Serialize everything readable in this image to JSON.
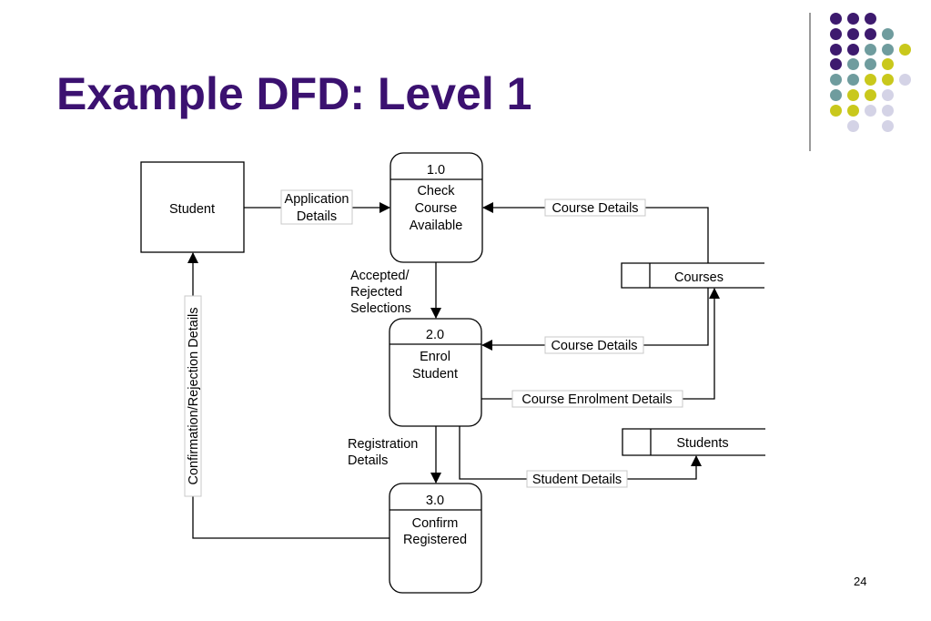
{
  "slide": {
    "title": "Example DFD: Level 1",
    "page_number": "24"
  },
  "colors": {
    "title": "#3b1170",
    "dot_purple": "#3d1a6e",
    "dot_teal": "#6f9c9e",
    "dot_yellow": "#c9c81c",
    "dot_lavender": "#d4d3e6"
  },
  "decoration": {
    "dot_grid": [
      [
        "purple",
        "purple",
        "purple",
        "",
        ""
      ],
      [
        "purple",
        "purple",
        "purple",
        "teal",
        ""
      ],
      [
        "purple",
        "purple",
        "teal",
        "teal",
        "yellow"
      ],
      [
        "purple",
        "teal",
        "teal",
        "yellow",
        ""
      ],
      [
        "teal",
        "teal",
        "yellow",
        "yellow",
        "lavender"
      ],
      [
        "teal",
        "yellow",
        "yellow",
        "lavender",
        ""
      ],
      [
        "yellow",
        "yellow",
        "lavender",
        "lavender",
        ""
      ],
      [
        "",
        "lavender",
        "",
        "lavender",
        ""
      ]
    ]
  },
  "diagram": {
    "external_entity": "Student",
    "processes": [
      {
        "id": "1.0",
        "lines": [
          "Check",
          "Course",
          "Available"
        ]
      },
      {
        "id": "2.0",
        "lines": [
          "Enrol",
          "Student"
        ]
      },
      {
        "id": "3.0",
        "lines": [
          "Confirm",
          "Registered"
        ]
      }
    ],
    "data_stores": [
      {
        "name": "Courses"
      },
      {
        "name": "Students"
      }
    ],
    "flows": {
      "application_details": [
        "Application",
        "Details"
      ],
      "course_details_1": "Course Details",
      "accepted_rejected": [
        "Accepted/",
        "Rejected",
        "Selections"
      ],
      "course_details_2": "Course Details",
      "course_enrolment": "Course Enrolment Details",
      "registration_details": [
        "Registration",
        "Details"
      ],
      "student_details": "Student Details",
      "confirmation": "Confirmation/Rejection Details"
    }
  }
}
